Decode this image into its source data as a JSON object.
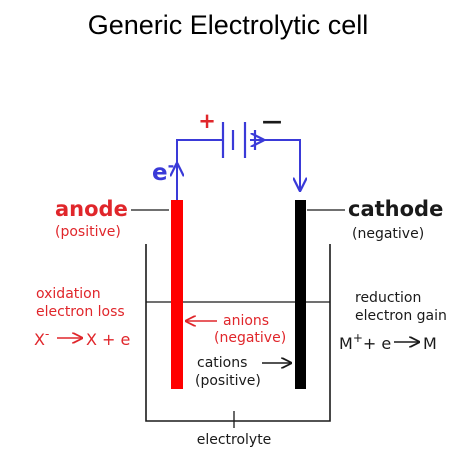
{
  "title": "Generic Electrolytic cell",
  "battery": {
    "plus_sign": "+",
    "minus_sign": "—"
  },
  "electron_label": {
    "symbol": "e",
    "superscript": "-"
  },
  "anode": {
    "name": "anode",
    "charge": "(positive)",
    "process": "oxidation",
    "process_detail": "electron loss",
    "reaction_left": "X",
    "reaction_left_sup": "-",
    "reaction_right": "X + e"
  },
  "cathode": {
    "name": "cathode",
    "charge": "(negative)",
    "process": "reduction",
    "process_detail": "electron gain",
    "reaction_left": "M",
    "reaction_left_sup": "+",
    "reaction_mid": "+ e",
    "reaction_right": "M"
  },
  "anions": {
    "label": "anions",
    "charge": "(negative)"
  },
  "cations": {
    "label": "cations",
    "charge": "(positive)"
  },
  "electrolyte_label": "electrolyte",
  "colors": {
    "wire": "#3a3ad8",
    "anode_rod": "#ff0000",
    "cathode_rod": "#000000",
    "red_text": "#e0262b"
  },
  "icons": {
    "battery": "battery-cell-icon",
    "electron_flow": "arrow-icon"
  }
}
